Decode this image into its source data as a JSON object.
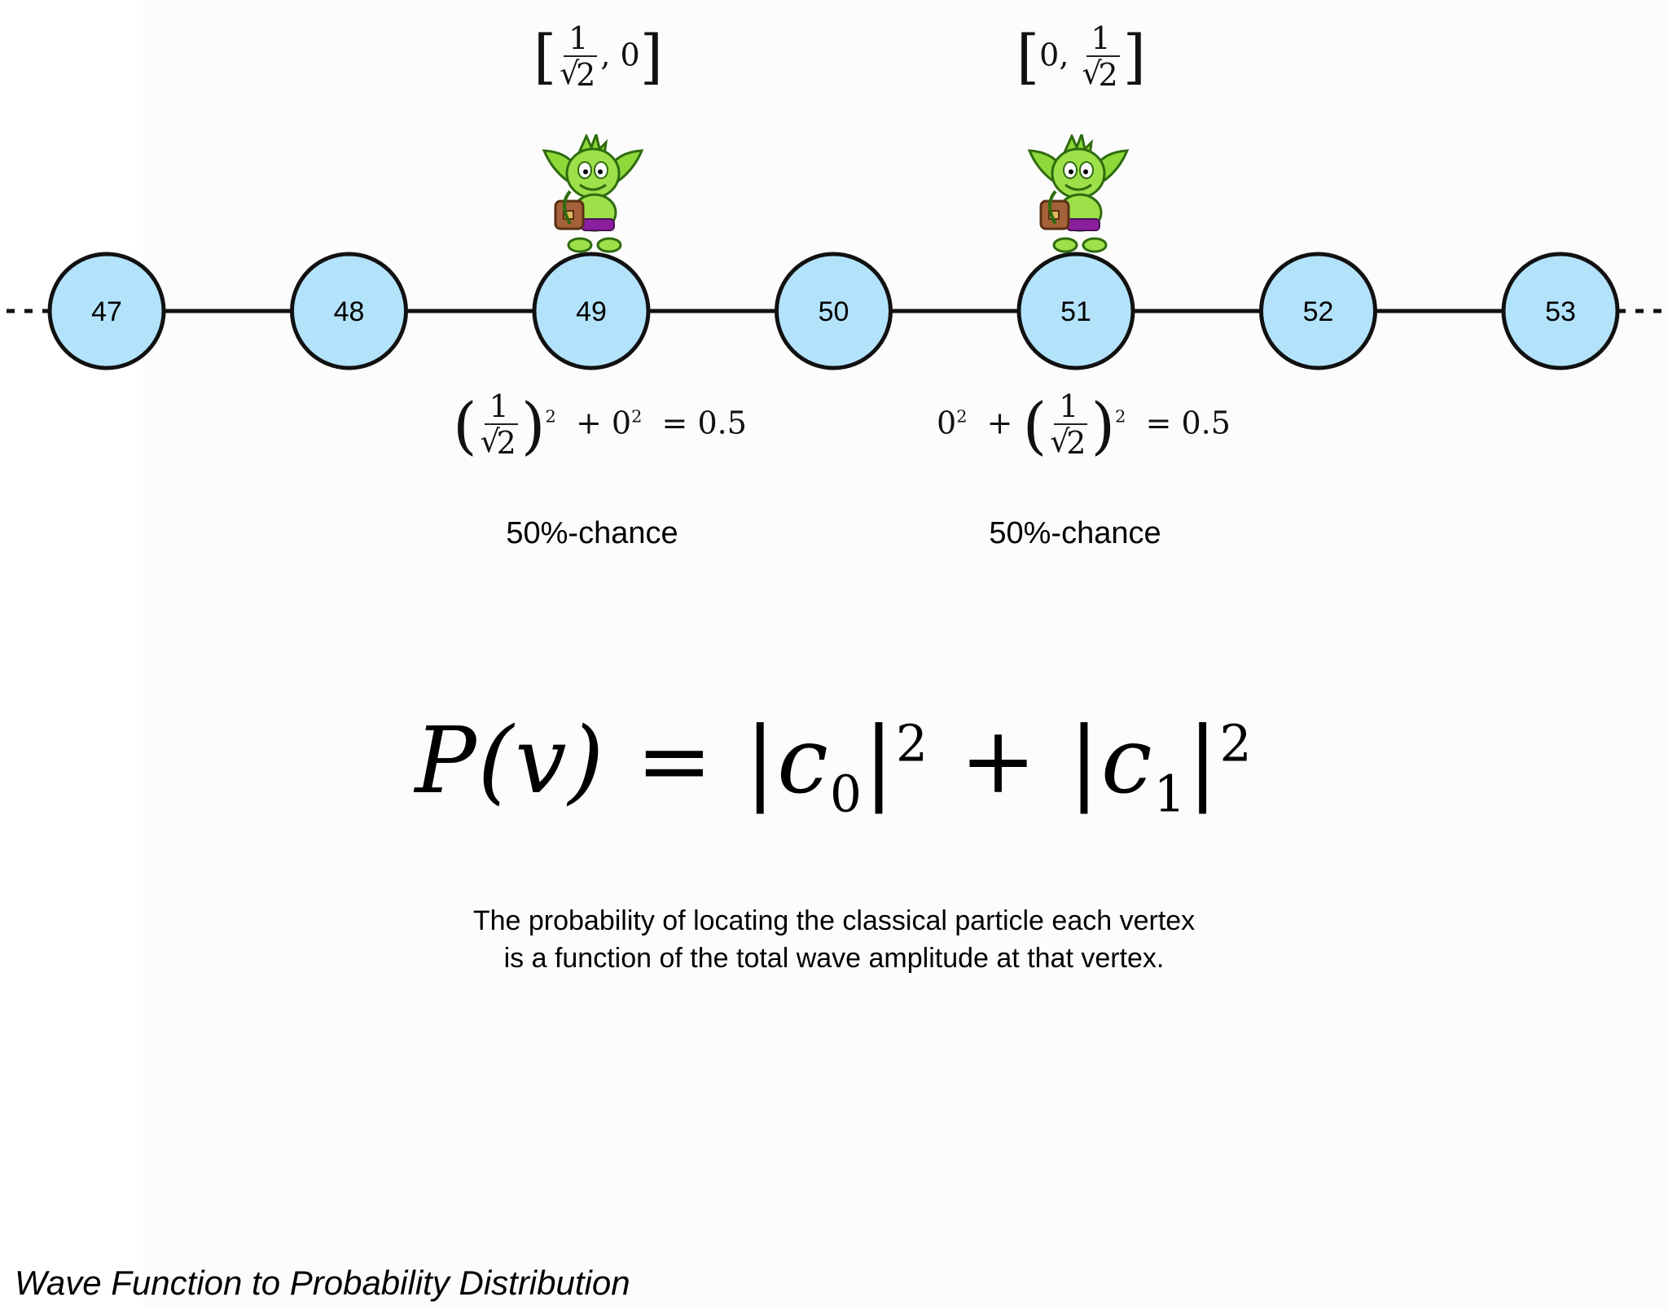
{
  "graph": {
    "nodes": [
      "47",
      "48",
      "49",
      "50",
      "51",
      "52",
      "53"
    ],
    "node_fill": "#b3e3fb",
    "edge_color": "#111111"
  },
  "particles": [
    {
      "vertex": "49",
      "amplitude": {
        "num": "1",
        "rad": "2",
        "second": "0"
      },
      "probability": {
        "left_num": "1",
        "left_rad": "2",
        "exp": "2",
        "plus_term": "+ 0",
        "plus_exp": "2",
        "result": "= 0.5"
      },
      "chance": "50%-chance"
    },
    {
      "vertex": "51",
      "amplitude": {
        "first": "0,",
        "num": "1",
        "rad": "2"
      },
      "probability": {
        "lead_term": "0",
        "lead_exp": "2",
        "plus": "+",
        "num": "1",
        "rad": "2",
        "exp": "2",
        "result": "= 0.5"
      },
      "chance": "50%-chance"
    }
  ],
  "formula": {
    "lhs": "P(v)",
    "eq": "=",
    "term0": "c",
    "sub0": "0",
    "plus": "+",
    "term1": "c",
    "sub1": "1",
    "exp": "2"
  },
  "caption": {
    "line1": "The probability of locating the classical particle each vertex",
    "line2": "is a function of the total wave amplitude at that vertex."
  },
  "title": "Wave Function to Probability Distribution",
  "icons": [
    "goblin-icon"
  ]
}
